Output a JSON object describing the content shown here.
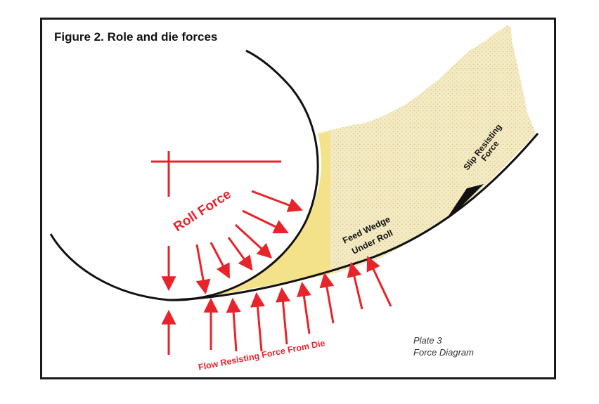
{
  "figure": {
    "title": "Figure 2. Role and die forces",
    "labels": {
      "roll_force": "Roll Force",
      "feed_wedge_line1": "Feed Wedge",
      "feed_wedge_line2": "Under Roll",
      "slip_line1": "Slip Resisting",
      "slip_line2": "Force",
      "flow_resisting": "Flow Resisting Force From Die",
      "plate_line1": "Plate 3",
      "plate_line2": "Force Diagram"
    },
    "colors": {
      "arrow_red": "#e8232a",
      "curve_black": "#111111",
      "feed_yellow": "#f3e28a",
      "feed_dotted": "#efe3b3"
    }
  }
}
